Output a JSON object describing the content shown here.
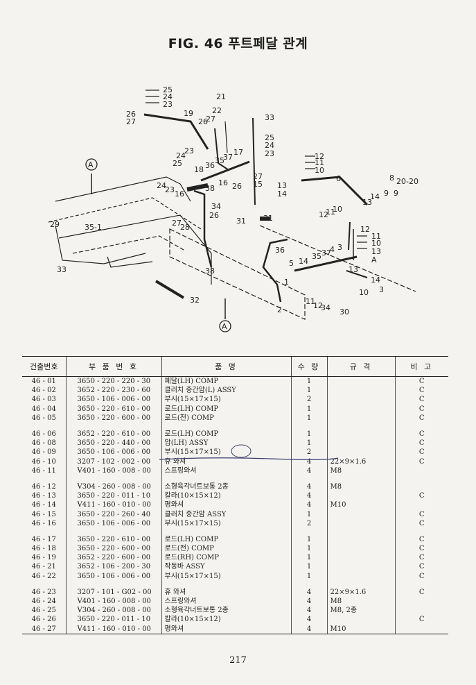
{
  "title": "FIG. 46 푸트페달 관계",
  "diagram": {
    "labels": [
      "25",
      "24",
      "23",
      "26",
      "27",
      "19",
      "21",
      "22",
      "26",
      "27",
      "33",
      "25",
      "24",
      "23",
      "12",
      "11",
      "10",
      "6",
      "8",
      "20-20",
      "9",
      "9",
      "14",
      "13",
      "12",
      "10",
      "11",
      "13",
      "14",
      "36",
      "37",
      "35",
      "17",
      "18",
      "24",
      "23",
      "25",
      "24",
      "23",
      "16",
      "16",
      "26",
      "27",
      "15",
      "38",
      "34",
      "31",
      "26",
      "27",
      "28",
      "32",
      "38",
      "31",
      "36",
      "35",
      "37",
      "4",
      "3",
      "13",
      "5",
      "14",
      "1",
      "2",
      "14",
      "3",
      "10",
      "11",
      "12",
      "34",
      "30",
      "29",
      "35-1",
      "33",
      "12",
      "11",
      "10",
      "13",
      "A",
      "A"
    ]
  },
  "table": {
    "headers": [
      "건출번호",
      "부 품 번 호",
      "품 명",
      "수 량",
      "규 격",
      "비 고"
    ],
    "rows": [
      {
        "no": "46 - 01",
        "part": "3650 - 220 - 220 - 30",
        "name": "페달(LH) COMP",
        "qty": "1",
        "spec": "",
        "note": "C"
      },
      {
        "no": "46 - 02",
        "part": "3652 - 220 - 230 - 60",
        "name": "클러치 중간암(L) ASSY",
        "qty": "1",
        "spec": "",
        "note": "C"
      },
      {
        "no": "46 - 03",
        "part": "3650 - 106 - 006 - 00",
        "name": "부시(15×17×15)",
        "qty": "2",
        "spec": "",
        "note": "C"
      },
      {
        "no": "46 - 04",
        "part": "3650 - 220 - 610 - 00",
        "name": "로드(LH) COMP",
        "qty": "1",
        "spec": "",
        "note": "C"
      },
      {
        "no": "46 - 05",
        "part": "3650 - 220 - 600 - 00",
        "name": "로드(전) COMP",
        "qty": "1",
        "spec": "",
        "note": "C"
      },
      {
        "gap": true
      },
      {
        "no": "46 - 06",
        "part": "3652 - 220 - 610 - 00",
        "name": "로드(LH) COMP",
        "qty": "1",
        "spec": "",
        "note": "C"
      },
      {
        "no": "46 - 08",
        "part": "3650 - 220 - 440 - 00",
        "name": "암(LH) ASSY",
        "qty": "1",
        "spec": "",
        "note": "C"
      },
      {
        "no": "46 - 09",
        "part": "3650 - 106 - 006 - 00",
        "name": "부시(15×17×15)",
        "qty": "2",
        "spec": "",
        "note": "C"
      },
      {
        "no": "46 - 10",
        "part": "3207 - 102 - 002 - 00",
        "name": "휴 와셔",
        "qty": "4",
        "spec": "22×9×1.6",
        "note": "C"
      },
      {
        "no": "46 - 11",
        "part": "V401 - 160 - 008 - 00",
        "name": "스프링와셔",
        "qty": "4",
        "spec": "M8",
        "note": ""
      },
      {
        "gap": true
      },
      {
        "no": "46 - 12",
        "part": "V304 - 260 - 008 - 00",
        "name": "소형육각너트보통 2종",
        "qty": "4",
        "spec": "M8",
        "note": ""
      },
      {
        "no": "46 - 13",
        "part": "3650 - 220 - 011 - 10",
        "name": "칼라(10×15×12)",
        "qty": "4",
        "spec": "",
        "note": "C"
      },
      {
        "no": "46 - 14",
        "part": "V411 - 160 - 010 - 00",
        "name": "평와셔",
        "qty": "4",
        "spec": "M10",
        "note": ""
      },
      {
        "no": "46 - 15",
        "part": "3650 - 220 - 260 - 40",
        "name": "클러치 중간암 ASSY",
        "qty": "1",
        "spec": "",
        "note": "C"
      },
      {
        "no": "46 - 16",
        "part": "3650 - 106 - 006 - 00",
        "name": "부시(15×17×15)",
        "qty": "2",
        "spec": "",
        "note": "C"
      },
      {
        "gap": true
      },
      {
        "no": "46 - 17",
        "part": "3650 - 220 - 610 - 00",
        "name": "로드(LH) COMP",
        "qty": "1",
        "spec": "",
        "note": "C"
      },
      {
        "no": "46 - 18",
        "part": "3650 - 220 - 600 - 00",
        "name": "로드(전) COMP",
        "qty": "1",
        "spec": "",
        "note": "C"
      },
      {
        "no": "46 - 19",
        "part": "3652 - 220 - 600 - 00",
        "name": "로드(RH) COMP",
        "qty": "1",
        "spec": "",
        "note": "C"
      },
      {
        "no": "46 - 21",
        "part": "3652 - 106 - 200 - 30",
        "name": "작동바 ASSY",
        "qty": "1",
        "spec": "",
        "note": "C"
      },
      {
        "no": "46 - 22",
        "part": "3650 - 106 - 006 - 00",
        "name": "부시(15×17×15)",
        "qty": "1",
        "spec": "",
        "note": "C"
      },
      {
        "gap": true
      },
      {
        "no": "46 - 23",
        "part": "3207 - 101 - G02 - 00",
        "name": "휴 와셔",
        "qty": "4",
        "spec": "22×9×1.6",
        "note": "C"
      },
      {
        "no": "46 - 24",
        "part": "V401 - 160 - 008 - 00",
        "name": "스프링와셔",
        "qty": "4",
        "spec": "M8",
        "note": ""
      },
      {
        "no": "46 - 25",
        "part": "V304 - 260 - 008 - 00",
        "name": "소형육각너트보통 2종",
        "qty": "4",
        "spec": "M8, 2종",
        "note": ""
      },
      {
        "no": "46 - 26",
        "part": "3650 - 220 - 011 - 10",
        "name": "칼라(10×15×12)",
        "qty": "4",
        "spec": "",
        "note": "C"
      },
      {
        "no": "46 - 27",
        "part": "V411 - 160 - 010 - 00",
        "name": "평와셔",
        "qty": "4",
        "spec": "M10",
        "note": ""
      }
    ]
  },
  "page_number": "217"
}
